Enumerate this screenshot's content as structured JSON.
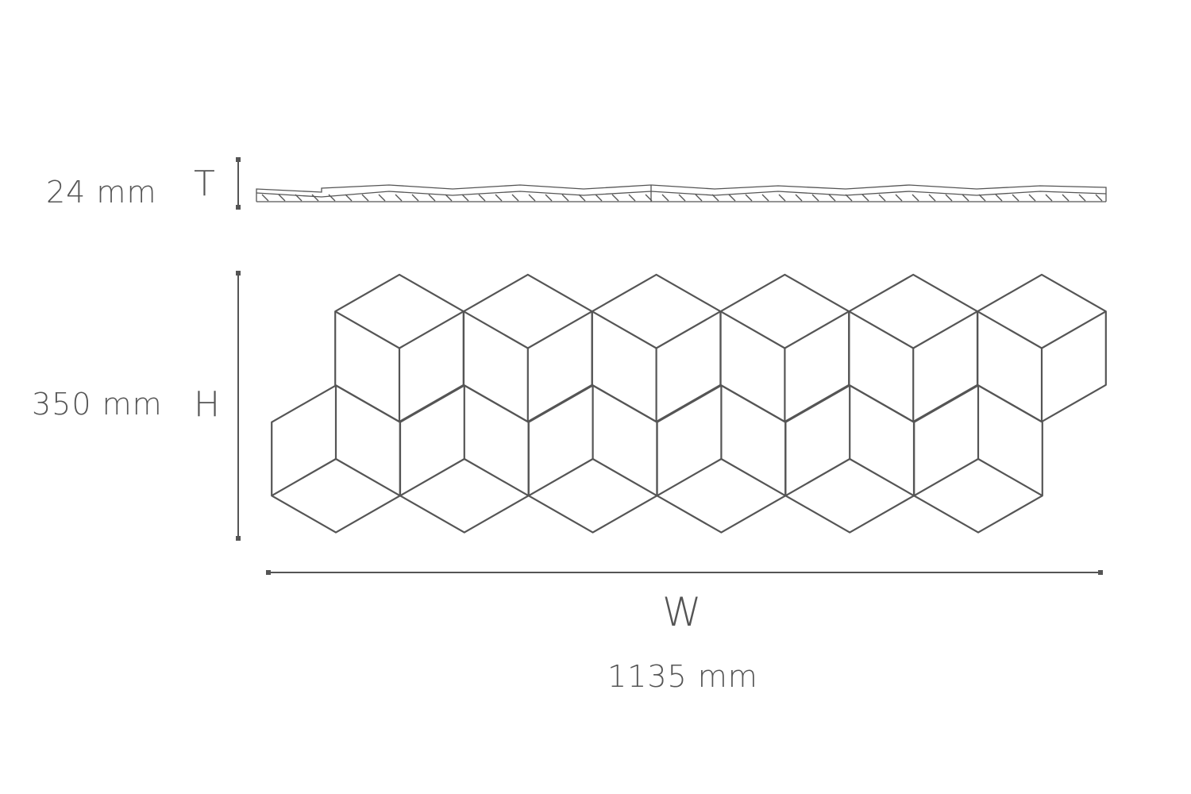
{
  "thickness": {
    "value": "24 mm",
    "letter": "T"
  },
  "height": {
    "value": "350 mm",
    "letter": "H"
  },
  "width": {
    "value": "1135 mm",
    "letter": "W"
  },
  "panel": {
    "top_row_cubes": 6,
    "bottom_row_cubes": 6
  },
  "colors": {
    "line": "#555555",
    "text": "#555555"
  }
}
